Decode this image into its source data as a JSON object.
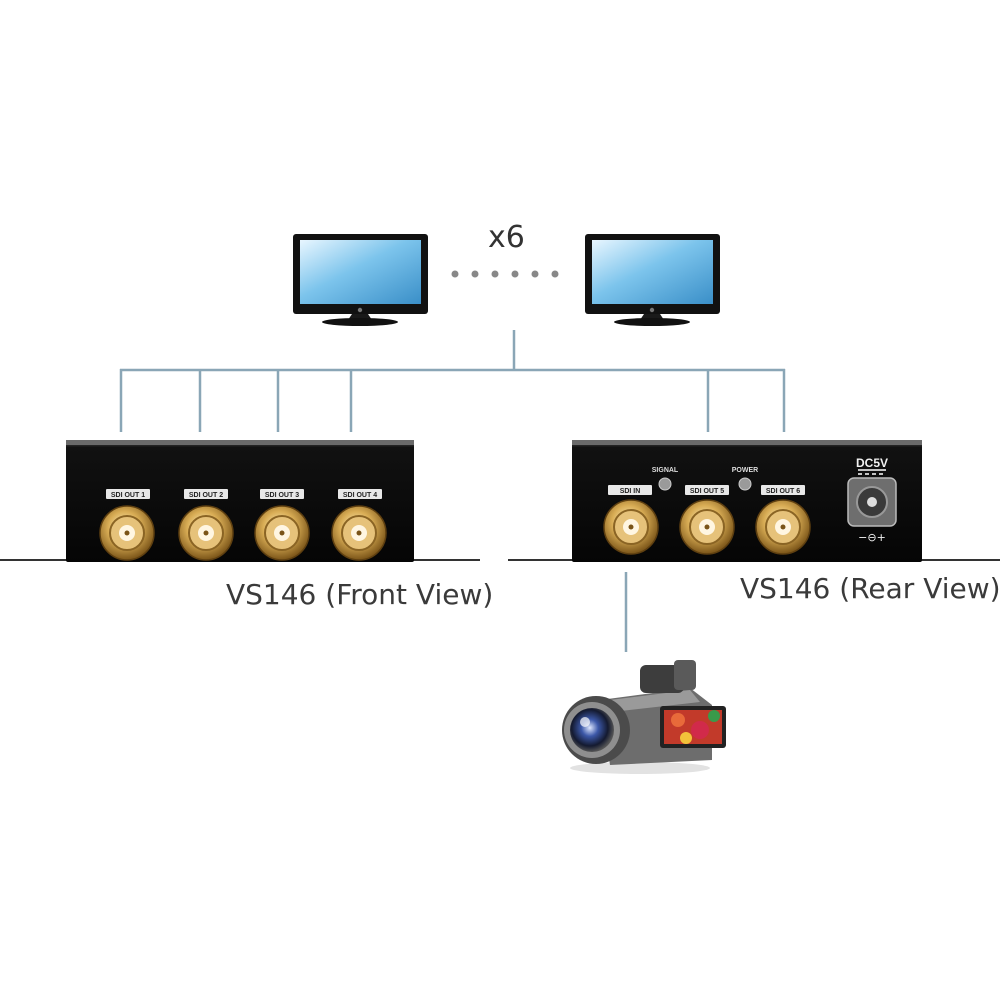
{
  "multiplier": "x6",
  "front": {
    "caption": "VS146 (Front View)",
    "ports": [
      "SDI OUT 1",
      "SDI OUT 2",
      "SDI OUT 3",
      "SDI OUT 4"
    ]
  },
  "rear": {
    "caption": "VS146 (Rear View)",
    "input_port": "SDI IN",
    "ports": [
      "SDI OUT 5",
      "SDI OUT 6"
    ],
    "signal_led": "SIGNAL",
    "power_led": "POWER",
    "dc_label": "DC5V",
    "polarity": "−⊖+"
  },
  "colors": {
    "line": "#8aa6b6",
    "device": "#101010",
    "bnc": "#c9a04a"
  }
}
